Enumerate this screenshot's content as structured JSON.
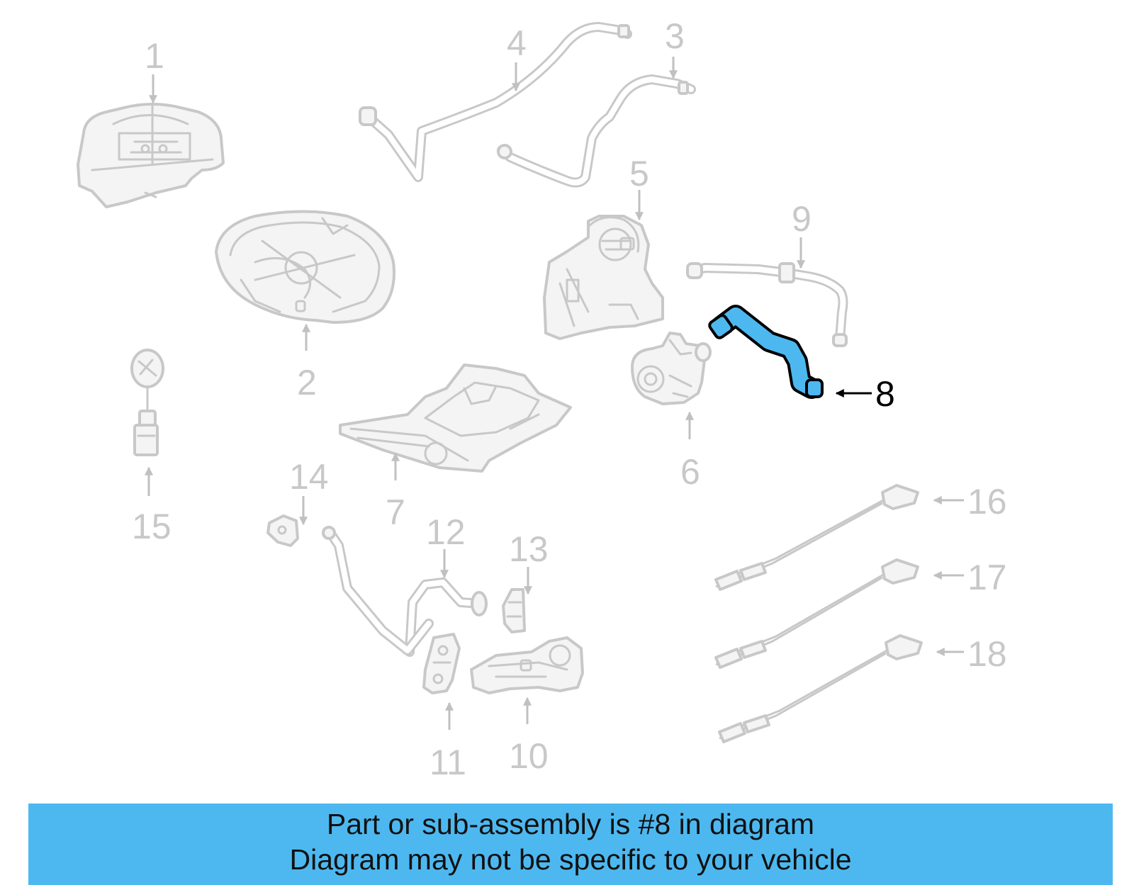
{
  "diagram": {
    "callout_numbers": [
      "1",
      "2",
      "3",
      "4",
      "5",
      "6",
      "7",
      "8",
      "9",
      "10",
      "11",
      "12",
      "13",
      "14",
      "15",
      "16",
      "17",
      "18"
    ],
    "highlighted_part": "8",
    "highlight_color": "#4DB8F0",
    "line_color": "#C8C8C8"
  },
  "banner": {
    "line1": "Part or sub-assembly is #8 in diagram",
    "line2": "Diagram may not be specific to your vehicle",
    "background": "#4DB8F0"
  }
}
